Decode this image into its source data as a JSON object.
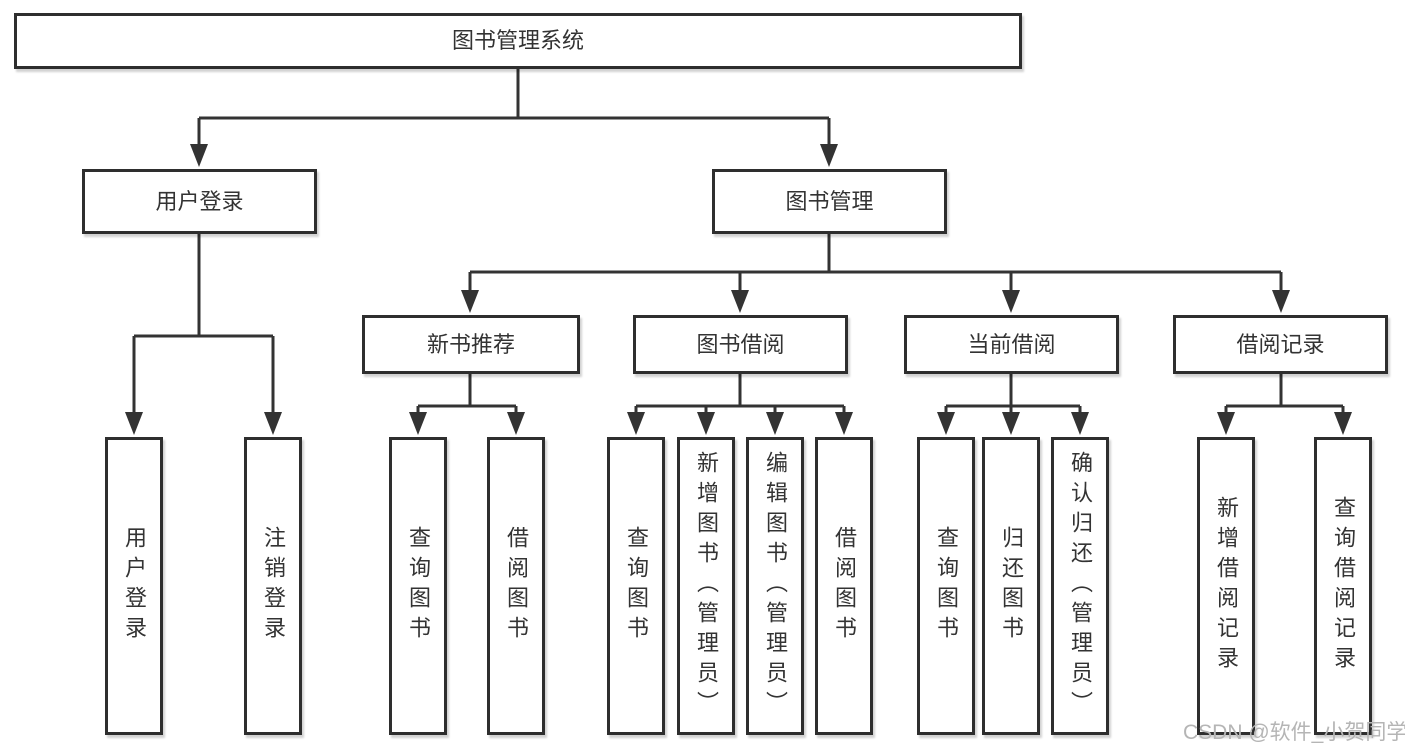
{
  "tree": {
    "label": "图书管理系统",
    "children": [
      {
        "label": "用户登录",
        "children": [
          {
            "label": "用户登录"
          },
          {
            "label": "注销登录"
          }
        ]
      },
      {
        "label": "图书管理",
        "children": [
          {
            "label": "新书推荐",
            "children": [
              {
                "label": "查询图书"
              },
              {
                "label": "借阅图书"
              }
            ]
          },
          {
            "label": "图书借阅",
            "children": [
              {
                "label": "查询图书"
              },
              {
                "label": "新增图书（管理员）"
              },
              {
                "label": "编辑图书（管理员）"
              },
              {
                "label": "借阅图书"
              }
            ]
          },
          {
            "label": "当前借阅",
            "children": [
              {
                "label": "查询图书"
              },
              {
                "label": "归还图书"
              },
              {
                "label": "确认归还（管理员）"
              }
            ]
          },
          {
            "label": "借阅记录",
            "children": [
              {
                "label": "新增借阅记录"
              },
              {
                "label": "查询借阅记录"
              }
            ]
          }
        ]
      }
    ]
  },
  "watermark": "CSDN @软件_小贺同学",
  "colors": {
    "line": "#333333",
    "box_border": "#2e2e2e",
    "text": "#333333",
    "watermark": "#b5b5b5",
    "background": "#ffffff"
  }
}
